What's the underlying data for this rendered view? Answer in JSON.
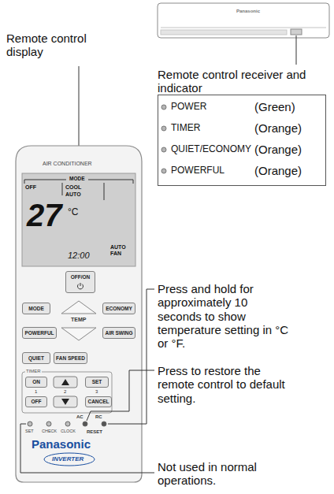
{
  "diagram": {
    "nodes": [
      {
        "text": [
          "Panasonic"
        ]
      },
      {
        "text": [
          "POWER",
          "(Green)",
          "TIMER",
          "(Orange)",
          "QUIET/ECONOMY",
          "(Orange)",
          "POWERFUL",
          "(Orange)"
        ]
      },
      {
        "text": [
          "AIR CONDITIONER",
          "Panasonic",
          "INVERTER"
        ]
      },
      {
        "text": [
          "MODE",
          "OFF",
          "COOL",
          "AUTO",
          "27",
          "°C",
          "12:00",
          "AUTO FAN"
        ],
        "in": 2
      },
      {
        "text": [
          "OFF/ON"
        ],
        "in": 2
      },
      {
        "text": [
          "MODE"
        ],
        "in": 2
      },
      {
        "text": [
          "ECONOMY"
        ],
        "in": 2
      },
      {
        "text": [
          "POWERFUL"
        ],
        "in": 2
      },
      {
        "text": [
          "AIR SWING"
        ],
        "in": 2
      },
      {
        "text": [
          "QUIET"
        ],
        "in": 2
      },
      {
        "text": [
          "FAN SPEED"
        ],
        "in": 2
      },
      {
        "text": [
          "TIMER"
        ],
        "in": 2
      },
      {
        "text": [
          "ON"
        ],
        "in": 11
      },
      {
        "text": [
          "SET"
        ],
        "in": 11
      },
      {
        "text": [
          "OFF"
        ],
        "in": 11
      },
      {
        "text": [
          "CANCEL"
        ],
        "in": 11
      }
    ],
    "labels": [
      "Remote control display",
      "Remote control receiver and indicator",
      "TEMP",
      "1",
      "2",
      "3",
      "SET",
      "CHECK",
      "CLOCK",
      "AC",
      "RC",
      "RESET",
      "Press and hold for approximately 10 seconds to show temperature setting in °C or °F.",
      "Press to restore the remote control to default setting.",
      "Not used in normal operations."
    ]
  }
}
